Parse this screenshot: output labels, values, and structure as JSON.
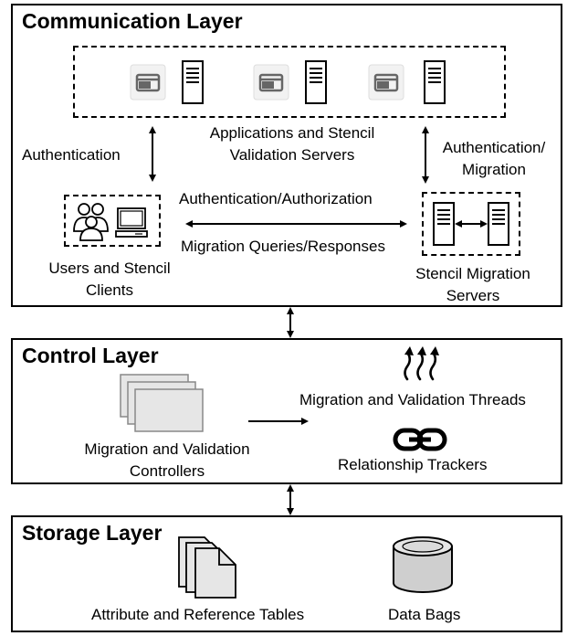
{
  "layers": {
    "communication": {
      "title": "Communication Layer",
      "app_servers_label": [
        "Applications and Stencil",
        "Validation Servers"
      ],
      "auth_left_label": "Authentication",
      "auth_right_label": [
        "Authentication/",
        "Migration"
      ],
      "auth_authz_label": "Authentication/Authorization",
      "migration_queries_label": "Migration Queries/Responses",
      "users_label": [
        "Users and Stencil",
        "Clients"
      ],
      "stencil_servers_label": [
        "Stencil Migration",
        "Servers"
      ]
    },
    "control": {
      "title": "Control Layer",
      "controllers_label": [
        "Migration and Validation",
        "Controllers"
      ],
      "threads_label": "Migration and Validation Threads",
      "trackers_label": "Relationship Trackers"
    },
    "storage": {
      "title": "Storage Layer",
      "tables_label": "Attribute and Reference Tables",
      "bags_label": "Data Bags"
    }
  },
  "icons": [
    "application-window-icon",
    "server-icon",
    "users-icon",
    "computer-icon",
    "document-stack-icon",
    "threads-icon",
    "link-icon",
    "pages-icon",
    "database-icon"
  ]
}
